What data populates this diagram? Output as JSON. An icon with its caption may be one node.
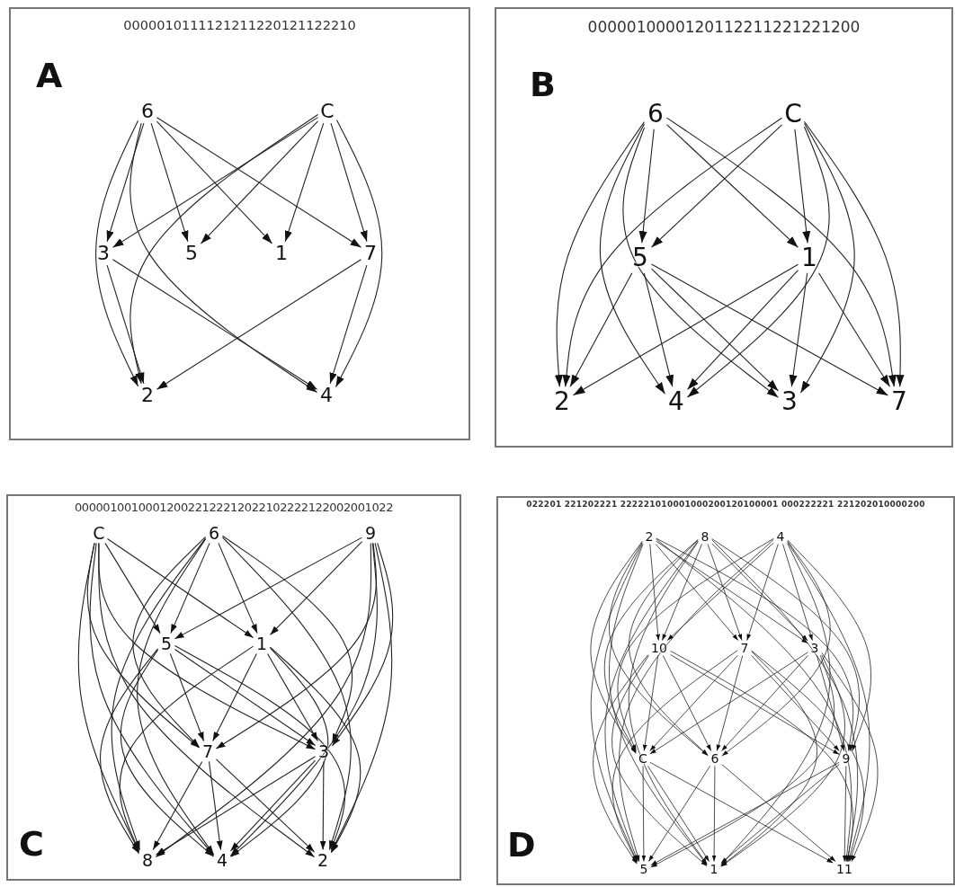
{
  "diagram": {
    "nodes": [
      {
        "text": [
          "0000010111121211220121122210",
          "A"
        ]
      },
      {
        "text": [
          "6"
        ],
        "in": 0
      },
      {
        "text": [
          "C"
        ],
        "in": 0
      },
      {
        "text": [
          "3"
        ],
        "in": 0
      },
      {
        "text": [
          "5"
        ],
        "in": 0
      },
      {
        "text": [
          "1"
        ],
        "in": 0
      },
      {
        "text": [
          "7"
        ],
        "in": 0
      },
      {
        "text": [
          "2"
        ],
        "in": 0
      },
      {
        "text": [
          "4"
        ],
        "in": 0
      },
      {
        "text": [
          "0000010000120112211221221200",
          "B"
        ]
      },
      {
        "text": [
          "6"
        ],
        "in": 9
      },
      {
        "text": [
          "C"
        ],
        "in": 9
      },
      {
        "text": [
          "5"
        ],
        "in": 9
      },
      {
        "text": [
          "1"
        ],
        "in": 9
      },
      {
        "text": [
          "2"
        ],
        "in": 9
      },
      {
        "text": [
          "4"
        ],
        "in": 9
      },
      {
        "text": [
          "3"
        ],
        "in": 9
      },
      {
        "text": [
          "7"
        ],
        "in": 9
      },
      {
        "text": [
          "000001001000120022122212022102222122002001022",
          "C"
        ]
      },
      {
        "text": [
          "C"
        ],
        "in": 18
      },
      {
        "text": [
          "6"
        ],
        "in": 18
      },
      {
        "text": [
          "9"
        ],
        "in": 18
      },
      {
        "text": [
          "5"
        ],
        "in": 18
      },
      {
        "text": [
          "1"
        ],
        "in": 18
      },
      {
        "text": [
          "7"
        ],
        "in": 18
      },
      {
        "text": [
          "3"
        ],
        "in": 18
      },
      {
        "text": [
          "8"
        ],
        "in": 18
      },
      {
        "text": [
          "4"
        ],
        "in": 18
      },
      {
        "text": [
          "2"
        ],
        "in": 18
      },
      {
        "text": [
          "022201 221202221 222221010001000200120100001 000222221 221202010000200",
          "D"
        ]
      },
      {
        "text": [
          "2"
        ],
        "in": 29
      },
      {
        "text": [
          "8"
        ],
        "in": 29
      },
      {
        "text": [
          "4"
        ],
        "in": 29
      },
      {
        "text": [
          "10"
        ],
        "in": 29
      },
      {
        "text": [
          "7"
        ],
        "in": 29
      },
      {
        "text": [
          "3"
        ],
        "in": 29
      },
      {
        "text": [
          "C"
        ],
        "in": 29
      },
      {
        "text": [
          "6"
        ],
        "in": 29
      },
      {
        "text": [
          "9"
        ],
        "in": 29
      },
      {
        "text": [
          "5"
        ],
        "in": 29
      },
      {
        "text": [
          "1"
        ],
        "in": 29
      },
      {
        "text": [
          "11"
        ],
        "in": 29
      }
    ],
    "edges": [
      {
        "from": 1,
        "to": 3,
        "arrow": "to"
      },
      {
        "from": 1,
        "to": 4,
        "arrow": "to"
      },
      {
        "from": 1,
        "to": 5,
        "arrow": "to"
      },
      {
        "from": 1,
        "to": 6,
        "arrow": "to"
      },
      {
        "from": 1,
        "to": 7,
        "arrow": "to"
      },
      {
        "from": 1,
        "to": 8,
        "arrow": "to"
      },
      {
        "from": 2,
        "to": 3,
        "arrow": "to"
      },
      {
        "from": 2,
        "to": 4,
        "arrow": "to"
      },
      {
        "from": 2,
        "to": 5,
        "arrow": "to"
      },
      {
        "from": 2,
        "to": 6,
        "arrow": "to"
      },
      {
        "from": 2,
        "to": 7,
        "arrow": "to"
      },
      {
        "from": 2,
        "to": 8,
        "arrow": "to"
      },
      {
        "from": 3,
        "to": 7,
        "arrow": "to"
      },
      {
        "from": 3,
        "to": 8,
        "arrow": "to"
      },
      {
        "from": 6,
        "to": 7,
        "arrow": "to"
      },
      {
        "from": 6,
        "to": 8,
        "arrow": "to"
      },
      {
        "from": 10,
        "to": 14,
        "arrow": "to"
      },
      {
        "from": 10,
        "to": 15,
        "arrow": "to"
      },
      {
        "from": 10,
        "to": 12,
        "arrow": "to"
      },
      {
        "from": 10,
        "to": 16,
        "arrow": "to"
      },
      {
        "from": 10,
        "to": 13,
        "arrow": "to"
      },
      {
        "from": 10,
        "to": 17,
        "arrow": "to"
      },
      {
        "from": 11,
        "to": 14,
        "arrow": "to"
      },
      {
        "from": 11,
        "to": 12,
        "arrow": "to"
      },
      {
        "from": 11,
        "to": 15,
        "arrow": "to"
      },
      {
        "from": 11,
        "to": 13,
        "arrow": "to"
      },
      {
        "from": 11,
        "to": 16,
        "arrow": "to"
      },
      {
        "from": 11,
        "to": 17,
        "arrow": "to"
      },
      {
        "from": 12,
        "to": 14,
        "arrow": "to"
      },
      {
        "from": 12,
        "to": 15,
        "arrow": "to"
      },
      {
        "from": 12,
        "to": 16,
        "arrow": "to"
      },
      {
        "from": 12,
        "to": 17,
        "arrow": "to"
      },
      {
        "from": 13,
        "to": 14,
        "arrow": "to"
      },
      {
        "from": 13,
        "to": 15,
        "arrow": "to"
      },
      {
        "from": 13,
        "to": 16,
        "arrow": "to"
      },
      {
        "from": 13,
        "to": 17,
        "arrow": "to"
      },
      {
        "from": 19,
        "to": 22,
        "arrow": "to"
      },
      {
        "from": 19,
        "to": 23,
        "arrow": "to"
      },
      {
        "from": 19,
        "to": 24,
        "arrow": "to"
      },
      {
        "from": 19,
        "to": 25,
        "arrow": "to"
      },
      {
        "from": 19,
        "to": 26,
        "arrow": "to"
      },
      {
        "from": 19,
        "to": 27,
        "arrow": "to"
      },
      {
        "from": 19,
        "to": 28,
        "arrow": "to"
      },
      {
        "from": 20,
        "to": 22,
        "arrow": "to"
      },
      {
        "from": 20,
        "to": 23,
        "arrow": "to"
      },
      {
        "from": 20,
        "to": 24,
        "arrow": "to"
      },
      {
        "from": 20,
        "to": 25,
        "arrow": "to"
      },
      {
        "from": 20,
        "to": 26,
        "arrow": "to"
      },
      {
        "from": 20,
        "to": 27,
        "arrow": "to"
      },
      {
        "from": 20,
        "to": 28,
        "arrow": "to"
      },
      {
        "from": 21,
        "to": 22,
        "arrow": "to"
      },
      {
        "from": 21,
        "to": 23,
        "arrow": "to"
      },
      {
        "from": 21,
        "to": 24,
        "arrow": "to"
      },
      {
        "from": 21,
        "to": 25,
        "arrow": "to"
      },
      {
        "from": 21,
        "to": 26,
        "arrow": "to"
      },
      {
        "from": 21,
        "to": 27,
        "arrow": "to"
      },
      {
        "from": 21,
        "to": 28,
        "arrow": "to"
      },
      {
        "from": 22,
        "to": 24,
        "arrow": "to"
      },
      {
        "from": 22,
        "to": 25,
        "arrow": "to"
      },
      {
        "from": 22,
        "to": 26,
        "arrow": "to"
      },
      {
        "from": 22,
        "to": 27,
        "arrow": "to"
      },
      {
        "from": 22,
        "to": 28,
        "arrow": "to"
      },
      {
        "from": 23,
        "to": 24,
        "arrow": "to"
      },
      {
        "from": 23,
        "to": 25,
        "arrow": "to"
      },
      {
        "from": 23,
        "to": 26,
        "arrow": "to"
      },
      {
        "from": 23,
        "to": 27,
        "arrow": "to"
      },
      {
        "from": 23,
        "to": 28,
        "arrow": "to"
      },
      {
        "from": 24,
        "to": 26,
        "arrow": "to"
      },
      {
        "from": 24,
        "to": 27,
        "arrow": "to"
      },
      {
        "from": 24,
        "to": 28,
        "arrow": "to"
      },
      {
        "from": 25,
        "to": 26,
        "arrow": "to"
      },
      {
        "from": 25,
        "to": 27,
        "arrow": "to"
      },
      {
        "from": 25,
        "to": 28,
        "arrow": "to"
      },
      {
        "from": 30,
        "to": 33,
        "arrow": "to"
      },
      {
        "from": 30,
        "to": 34,
        "arrow": "to"
      },
      {
        "from": 30,
        "to": 35,
        "arrow": "to"
      },
      {
        "from": 30,
        "to": 36,
        "arrow": "to"
      },
      {
        "from": 30,
        "to": 37,
        "arrow": "to"
      },
      {
        "from": 30,
        "to": 38,
        "arrow": "to"
      },
      {
        "from": 30,
        "to": 39,
        "arrow": "to"
      },
      {
        "from": 30,
        "to": 40,
        "arrow": "to"
      },
      {
        "from": 30,
        "to": 41,
        "arrow": "to"
      },
      {
        "from": 31,
        "to": 33,
        "arrow": "to"
      },
      {
        "from": 31,
        "to": 34,
        "arrow": "to"
      },
      {
        "from": 31,
        "to": 35,
        "arrow": "to"
      },
      {
        "from": 31,
        "to": 36,
        "arrow": "to"
      },
      {
        "from": 31,
        "to": 37,
        "arrow": "to"
      },
      {
        "from": 31,
        "to": 38,
        "arrow": "to"
      },
      {
        "from": 31,
        "to": 39,
        "arrow": "to"
      },
      {
        "from": 31,
        "to": 40,
        "arrow": "to"
      },
      {
        "from": 31,
        "to": 41,
        "arrow": "to"
      },
      {
        "from": 32,
        "to": 33,
        "arrow": "to"
      },
      {
        "from": 32,
        "to": 34,
        "arrow": "to"
      },
      {
        "from": 32,
        "to": 35,
        "arrow": "to"
      },
      {
        "from": 32,
        "to": 36,
        "arrow": "to"
      },
      {
        "from": 32,
        "to": 37,
        "arrow": "to"
      },
      {
        "from": 32,
        "to": 38,
        "arrow": "to"
      },
      {
        "from": 32,
        "to": 39,
        "arrow": "to"
      },
      {
        "from": 32,
        "to": 40,
        "arrow": "to"
      },
      {
        "from": 32,
        "to": 41,
        "arrow": "to"
      },
      {
        "from": 33,
        "to": 36,
        "arrow": "to"
      },
      {
        "from": 33,
        "to": 37,
        "arrow": "to"
      },
      {
        "from": 33,
        "to": 38,
        "arrow": "to"
      },
      {
        "from": 33,
        "to": 39,
        "arrow": "to"
      },
      {
        "from": 33,
        "to": 40,
        "arrow": "to"
      },
      {
        "from": 33,
        "to": 41,
        "arrow": "to"
      },
      {
        "from": 34,
        "to": 36,
        "arrow": "to"
      },
      {
        "from": 34,
        "to": 37,
        "arrow": "to"
      },
      {
        "from": 34,
        "to": 38,
        "arrow": "to"
      },
      {
        "from": 34,
        "to": 39,
        "arrow": "to"
      },
      {
        "from": 34,
        "to": 40,
        "arrow": "to"
      },
      {
        "from": 34,
        "to": 41,
        "arrow": "to"
      },
      {
        "from": 35,
        "to": 36,
        "arrow": "to"
      },
      {
        "from": 35,
        "to": 37,
        "arrow": "to"
      },
      {
        "from": 35,
        "to": 38,
        "arrow": "to"
      },
      {
        "from": 35,
        "to": 39,
        "arrow": "to"
      },
      {
        "from": 35,
        "to": 40,
        "arrow": "to"
      },
      {
        "from": 35,
        "to": 41,
        "arrow": "to"
      },
      {
        "from": 36,
        "to": 39,
        "arrow": "to"
      },
      {
        "from": 36,
        "to": 40,
        "arrow": "to"
      },
      {
        "from": 36,
        "to": 41,
        "arrow": "to"
      },
      {
        "from": 37,
        "to": 39,
        "arrow": "to"
      },
      {
        "from": 37,
        "to": 40,
        "arrow": "to"
      },
      {
        "from": 37,
        "to": 41,
        "arrow": "to"
      },
      {
        "from": 38,
        "to": 39,
        "arrow": "to"
      },
      {
        "from": 38,
        "to": 40,
        "arrow": "to"
      },
      {
        "from": 38,
        "to": 41,
        "arrow": "to"
      }
    ]
  }
}
